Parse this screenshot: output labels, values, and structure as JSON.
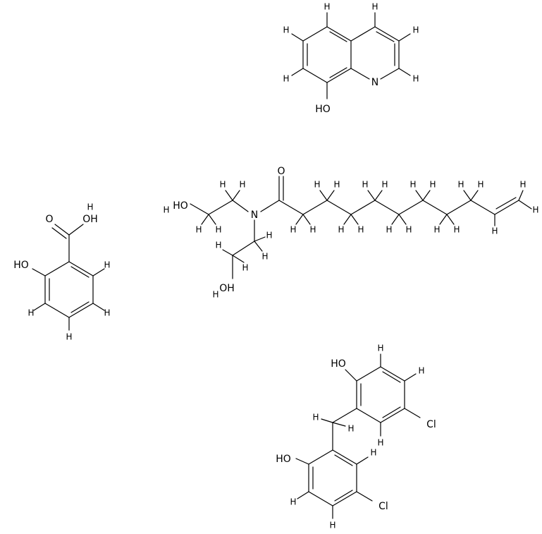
{
  "labels": {
    "H": "H",
    "N": "N",
    "O": "O",
    "OH": "OH",
    "HO": "HO",
    "Cl": "Cl"
  },
  "molecules": [
    {
      "name": "8-hydroxyquinoline"
    },
    {
      "name": "salicylic acid"
    },
    {
      "name": "N,N-bis(2-hydroxyethyl)undec-10-enamide"
    },
    {
      "name": "dichlorophen"
    }
  ]
}
